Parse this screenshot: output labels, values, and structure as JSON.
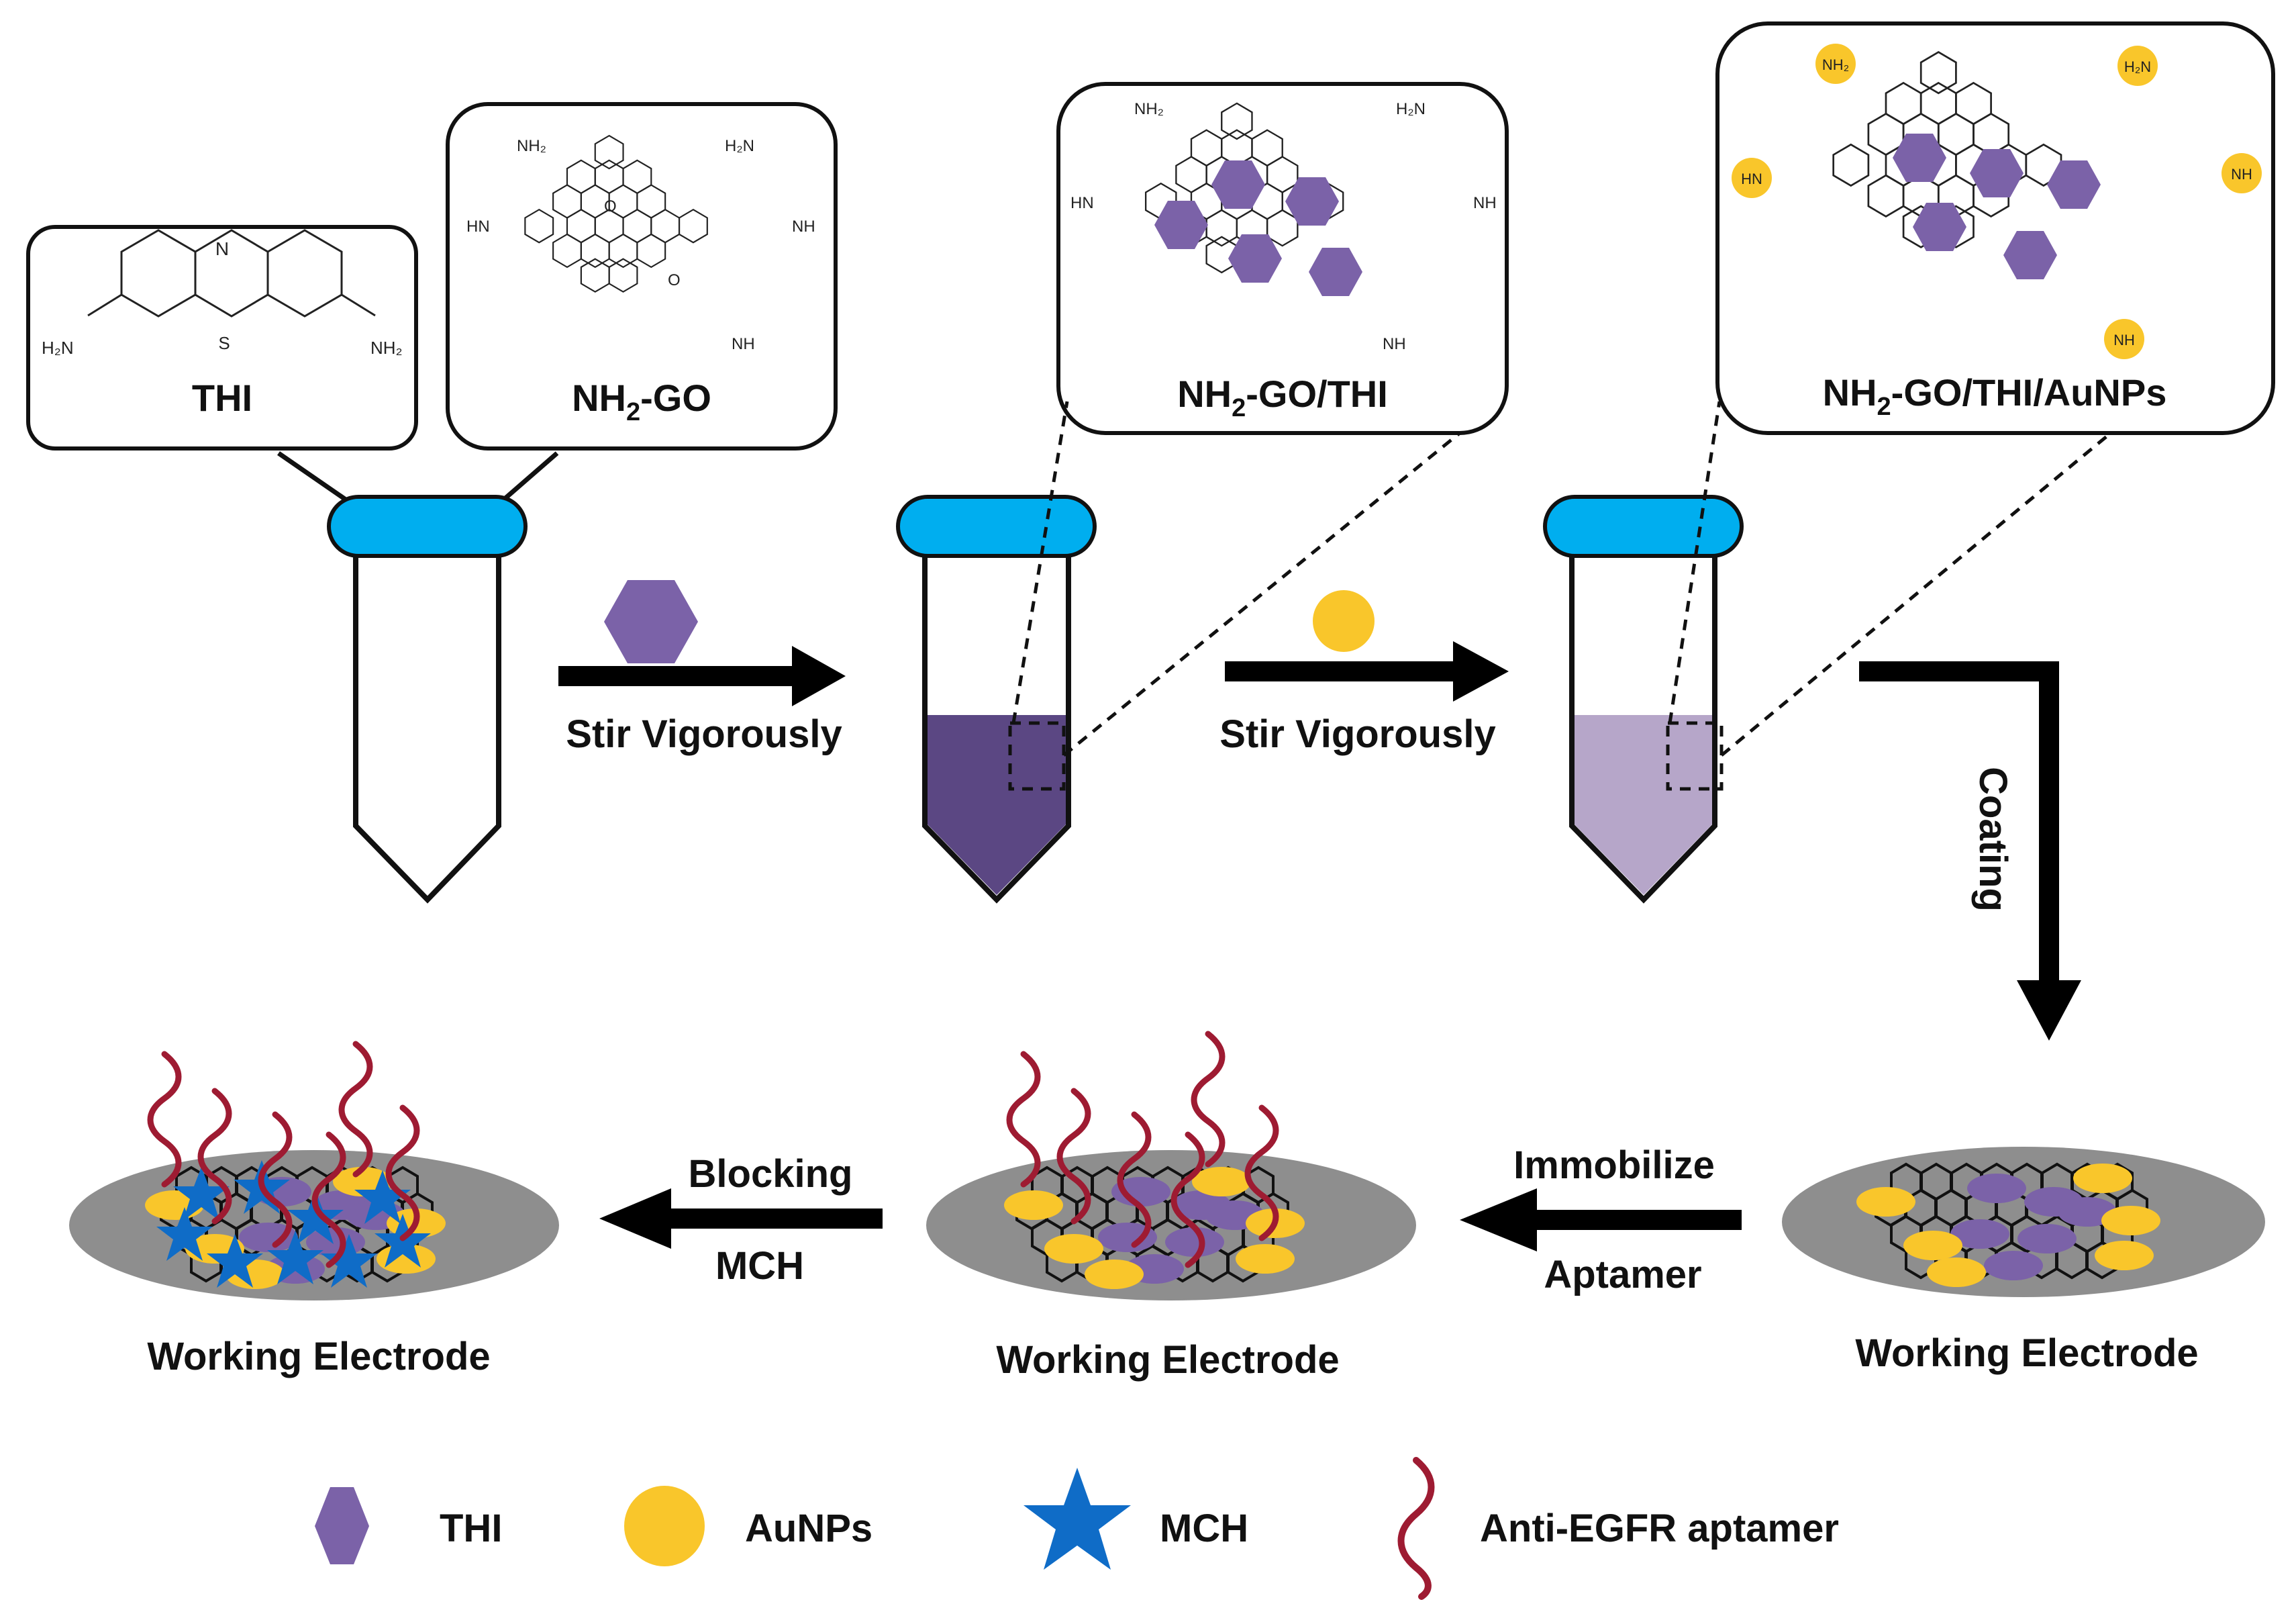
{
  "molecule_boxes": {
    "thi": "THI",
    "nh2_go_prefix": "NH",
    "nh2_go_sub": "2",
    "nh2_go_suffix": "-GO",
    "nh2_go_thi_suffix": "-GO/THI",
    "nh2_go_thi_aunps_suffix": "-GO/THI/AuNPs"
  },
  "chem_atoms": {
    "n": "N",
    "s": "S",
    "o": "O",
    "nh": "NH",
    "hn": "HN",
    "h2n": "H₂N",
    "nh2": "NH₂",
    "plus": "+"
  },
  "steps": {
    "stir1": "Stir Vigorously",
    "stir2": "Stir Vigorously",
    "coating": "Coating",
    "immobilize": "Immobilize",
    "aptamer": "Aptamer",
    "blocking": "Blocking",
    "mch": "MCH"
  },
  "electrodes": {
    "label_right": "Working Electrode",
    "label_middle": "Working Electrode",
    "label_left": "Working Electrode"
  },
  "legend": {
    "thi": "THI",
    "aunps": "AuNPs",
    "mch": "MCH",
    "aptamer": "Anti-EGFR aptamer"
  },
  "colors": {
    "cap_blue": "#00AEEF",
    "thi_purple": "#7B62A8",
    "aunp_yellow": "#F9C62B",
    "mch_blue": "#0F6CC7",
    "aptamer_red": "#9E1B32",
    "solution_dark": "#5B4783",
    "solution_light": "#B6A6C9",
    "electrode_gray": "#8E8E8E"
  }
}
